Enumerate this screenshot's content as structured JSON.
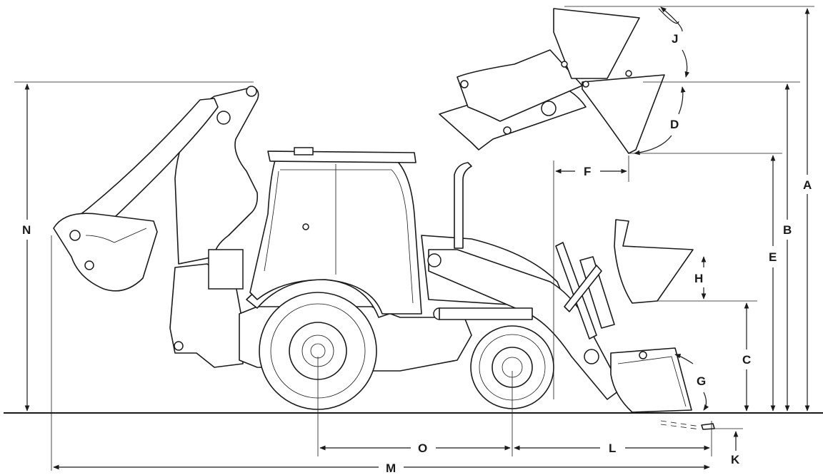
{
  "diagram": {
    "dimension_labels": {
      "A": "A",
      "B": "B",
      "C": "C",
      "D": "D",
      "E": "E",
      "F": "F",
      "G": "G",
      "H": "H",
      "J": "J",
      "K": "K",
      "L": "L",
      "M": "M",
      "N": "N",
      "O": "O"
    },
    "colors": {
      "ink": "#1a1a1a",
      "background": "#ffffff"
    }
  }
}
